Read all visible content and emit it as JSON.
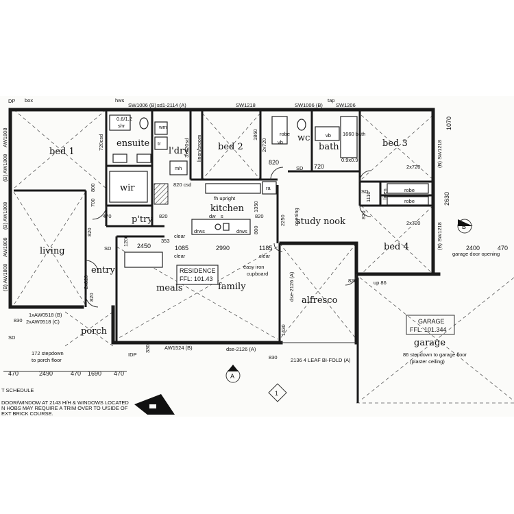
{
  "rooms": {
    "bed1": "bed 1",
    "ensuite": "ensuite",
    "wir": "wir",
    "ldry": "l'dry",
    "bed2": "bed 2",
    "wc": "wc",
    "bath": "bath",
    "bed3": "bed 3",
    "kitchen": "kitchen",
    "study_nook": "study nook",
    "ptry": "p'try",
    "living": "living",
    "entry": "entry",
    "meals": "meals",
    "family": "family",
    "alfresco": "alfresco",
    "bed4": "bed 4",
    "garage": "garage",
    "porch": "porch",
    "robe1": "robe",
    "robe2": "robe",
    "robe3": "robe",
    "linen": "linen",
    "linen_broom": "linen/broom",
    "wm": "wm",
    "tr": "tr",
    "mh": "mh",
    "ra": "ra",
    "vb1": "vb",
    "vb2": "vb",
    "shr": "shr",
    "bath1660": "1660 bath"
  },
  "residence": {
    "title": "RESIDENCE",
    "ffl": "FFL: 101.43"
  },
  "garage_box": {
    "title": "GARAGE",
    "ffl": "FFL: 101.344"
  },
  "notes": {
    "easy_iron": "easy iron",
    "cupboard": "cupboard",
    "stepdown_porch": "172 stepdown",
    "stepdown_porch2": "to porch floor",
    "stepdown_garage": "86 stepdown to garage floor",
    "plaster_ceiling": "(plaster ceiling)",
    "garage_door_opening": "garage door opening",
    "bifold": "2136 4 LEAF BI-FOLD (A)",
    "fh_upright": "fh upright",
    "csd": "820 csd",
    "shr_csd": "3x820sd",
    "up86": "up 86",
    "opening": "opening",
    "schedule": "T SCHEDULE",
    "sched1": "DOOR/WINDOW AT 2143 H/H & WINDOWS LOCATED",
    "sched2": "N HOBS MAY REQUIRE A TRIM OVER TO U/SIDE OF",
    "sched3": "EXT BRICK COURSE.",
    "dw": "dw",
    "s": "s",
    "drws1": "drws",
    "drws2": "drws"
  },
  "windows": {
    "top": [
      "SW1006 (B)",
      "sd1-2114 (A)",
      "SW1218",
      "SW1006 (B)",
      "SW1206"
    ],
    "left": [
      "AW1808",
      "(B) AW1808",
      "(B) AW1808",
      "AW1808",
      "(B) AW1808"
    ],
    "right": [
      "(B) SW1218",
      "(B) SW1218"
    ],
    "porch": [
      "1xAW0518 (B)",
      "2xAW0518 (C)"
    ],
    "bottom": [
      "AW1524 (B)",
      "dse-2126 (A)"
    ],
    "alfresco_door": "dse-2126 (A)",
    "box": "box",
    "hws": "hws",
    "tap": "tap"
  },
  "dims": {
    "d720csd": "720csd",
    "d600_2": "0.6/1.2",
    "d1860a": "1860",
    "d2x720a": "2x720",
    "d820a": "820",
    "d720a": "720",
    "d1070": "1070",
    "d2x720b": "2x720",
    "d2x720c": "2x720",
    "d1110": "1110",
    "d2630": "2630",
    "d900": "0.9x0.9",
    "d800": "800",
    "d700": "700",
    "d820b": "820",
    "d470a": "470",
    "d820c": "820",
    "d1200": "1200",
    "d1350": "1350",
    "d2250": "2250",
    "d800b": "800",
    "d820d": "820",
    "d820e": "820",
    "d2450": "2450",
    "d353": "353",
    "d1085": "1085",
    "d2990": "2990",
    "d1185": "1185",
    "clear1": "clear",
    "clear2": "clear",
    "clear3": "clear",
    "d2400": "2400",
    "d470b": "470",
    "d2x820": "2x820",
    "d820f": "820",
    "d820g": "820",
    "d830a": "830",
    "d330": "330",
    "d1430": "1430",
    "d830b": "830",
    "b470a": "470",
    "b2490": "2490",
    "b470b": "470",
    "b1690": "1690",
    "b470c": "470",
    "sd1": "SD",
    "sd2": "SD",
    "sd3": "SD",
    "sd4": "SD",
    "dp": "DP",
    "idp": "IDP"
  },
  "markers": {
    "a": "A",
    "b": "B",
    "one": "1"
  }
}
